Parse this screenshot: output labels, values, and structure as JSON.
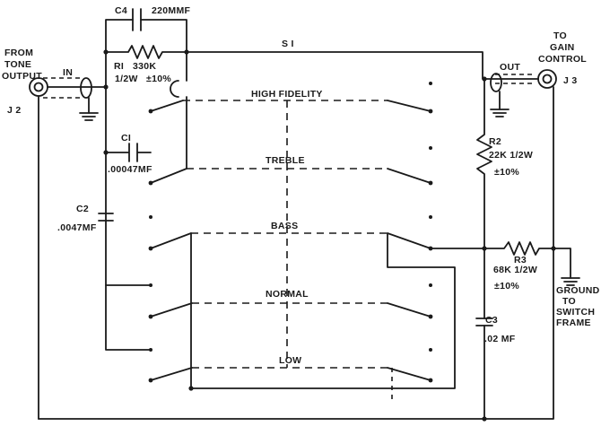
{
  "labels": {
    "from_tone_output": [
      "FROM",
      "TONE",
      "OUTPUT"
    ],
    "in_jack": "J 2",
    "in": "IN",
    "to_gain_control": [
      "TO",
      "GAIN",
      "CONTROL"
    ],
    "out_jack": "J 3",
    "out": "OUT",
    "switch": "S I",
    "ground_to_switch_frame": [
      "GROUND",
      "TO",
      "SWITCH",
      "FRAME"
    ]
  },
  "components": {
    "c4": {
      "name": "C4",
      "value": "220MMF"
    },
    "r1": {
      "name": "RI",
      "value": "330K",
      "rating": "1/2W",
      "tolerance": "±10%"
    },
    "c1": {
      "name": "CI",
      "value": ".00047MF"
    },
    "c2": {
      "name": "C2",
      "value": ".0047MF"
    },
    "r2": {
      "name": "R2",
      "value": "22K 1/2W",
      "tolerance": "±10%"
    },
    "r3": {
      "name": "R3",
      "value": "68K 1/2W",
      "tolerance": "±10%"
    },
    "c3": {
      "name": "C3",
      "value": ".02 MF"
    }
  },
  "positions": [
    "HIGH FIDELITY",
    "TREBLE",
    "BASS",
    "NORMAL",
    "LOW"
  ]
}
